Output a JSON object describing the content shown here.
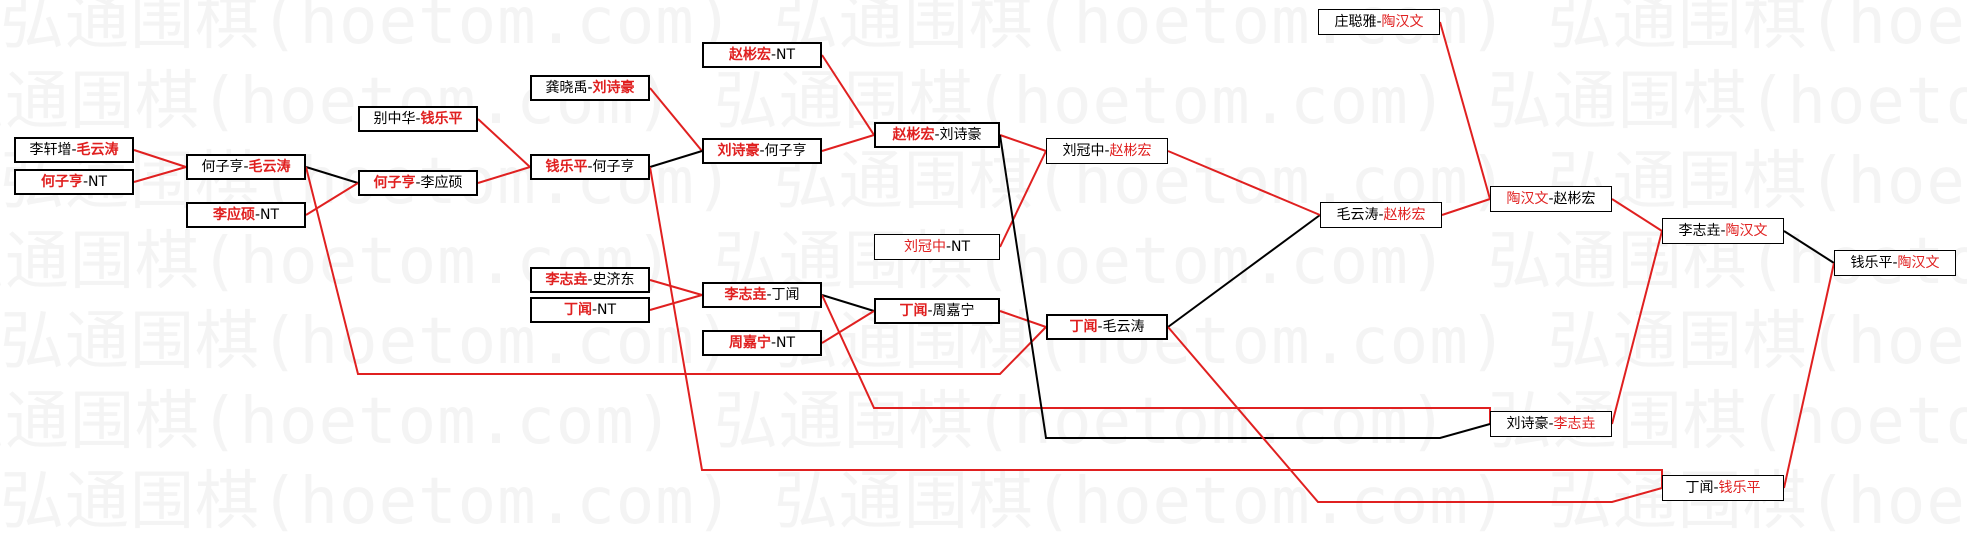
{
  "watermark": {
    "text": "弘通围棋(hoetom.com)",
    "color": "#f4f4f4"
  },
  "colors": {
    "winner": "#e02020",
    "line_red": "#e02020",
    "line_black": "#000000"
  },
  "nodes": {
    "n1": {
      "p1": "李轩增",
      "p2": "毛云涛",
      "winner": 2,
      "bold": true
    },
    "n2": {
      "p1": "何子亨",
      "p2": "NT",
      "winner": 1,
      "bold": true
    },
    "n3": {
      "p1": "何子亨",
      "p2": "毛云涛",
      "winner": 2,
      "bold": true
    },
    "n4": {
      "p1": "李应硕",
      "p2": "NT",
      "winner": 1,
      "bold": true
    },
    "n5": {
      "p1": "别中华",
      "p2": "钱乐平",
      "winner": 2,
      "bold": true
    },
    "n6": {
      "p1": "何子亨",
      "p2": "李应硕",
      "winner": 1,
      "bold": true
    },
    "n7": {
      "p1": "龚晓禹",
      "p2": "刘诗豪",
      "winner": 2,
      "bold": true
    },
    "n8": {
      "p1": "钱乐平",
      "p2": "何子亨",
      "winner": 1,
      "bold": true
    },
    "n9": {
      "p1": "赵彬宏",
      "p2": "NT",
      "winner": 1,
      "bold": true
    },
    "n10": {
      "p1": "刘诗豪",
      "p2": "何子亨",
      "winner": 1,
      "bold": true
    },
    "n11": {
      "p1": "李志垚",
      "p2": "史济东",
      "winner": 1,
      "bold": true
    },
    "n12": {
      "p1": "丁闻",
      "p2": "NT",
      "winner": 1,
      "bold": true
    },
    "n13": {
      "p1": "李志垚",
      "p2": "丁闻",
      "winner": 1,
      "bold": true
    },
    "n14": {
      "p1": "周嘉宁",
      "p2": "NT",
      "winner": 1,
      "bold": true
    },
    "n15": {
      "p1": "赵彬宏",
      "p2": "刘诗豪",
      "winner": 1,
      "bold": true
    },
    "n16": {
      "p1": "丁闻",
      "p2": "周嘉宁",
      "winner": 1,
      "bold": true
    },
    "n17": {
      "p1": "刘冠中",
      "p2": "赵彬宏",
      "winner": 2,
      "bold": false
    },
    "n18": {
      "p1": "刘冠中",
      "p2": "NT",
      "winner": 1,
      "bold": false
    },
    "n19": {
      "p1": "丁闻",
      "p2": "毛云涛",
      "winner": 1,
      "bold": true
    },
    "n20": {
      "p1": "庄聪雅",
      "p2": "陶汉文",
      "winner": 2,
      "bold": false
    },
    "n21": {
      "p1": "毛云涛",
      "p2": "赵彬宏",
      "winner": 2,
      "bold": false
    },
    "n22": {
      "p1": "陶汉文",
      "p2": "赵彬宏",
      "winner": 1,
      "bold": false
    },
    "n23": {
      "p1": "刘诗豪",
      "p2": "李志垚",
      "winner": 2,
      "bold": false
    },
    "n24": {
      "p1": "李志垚",
      "p2": "陶汉文",
      "winner": 2,
      "bold": false
    },
    "n25": {
      "p1": "丁闻",
      "p2": "钱乐平",
      "winner": 2,
      "bold": false
    },
    "n26": {
      "p1": "钱乐平",
      "p2": "陶汉文",
      "winner": 2,
      "bold": false
    }
  }
}
